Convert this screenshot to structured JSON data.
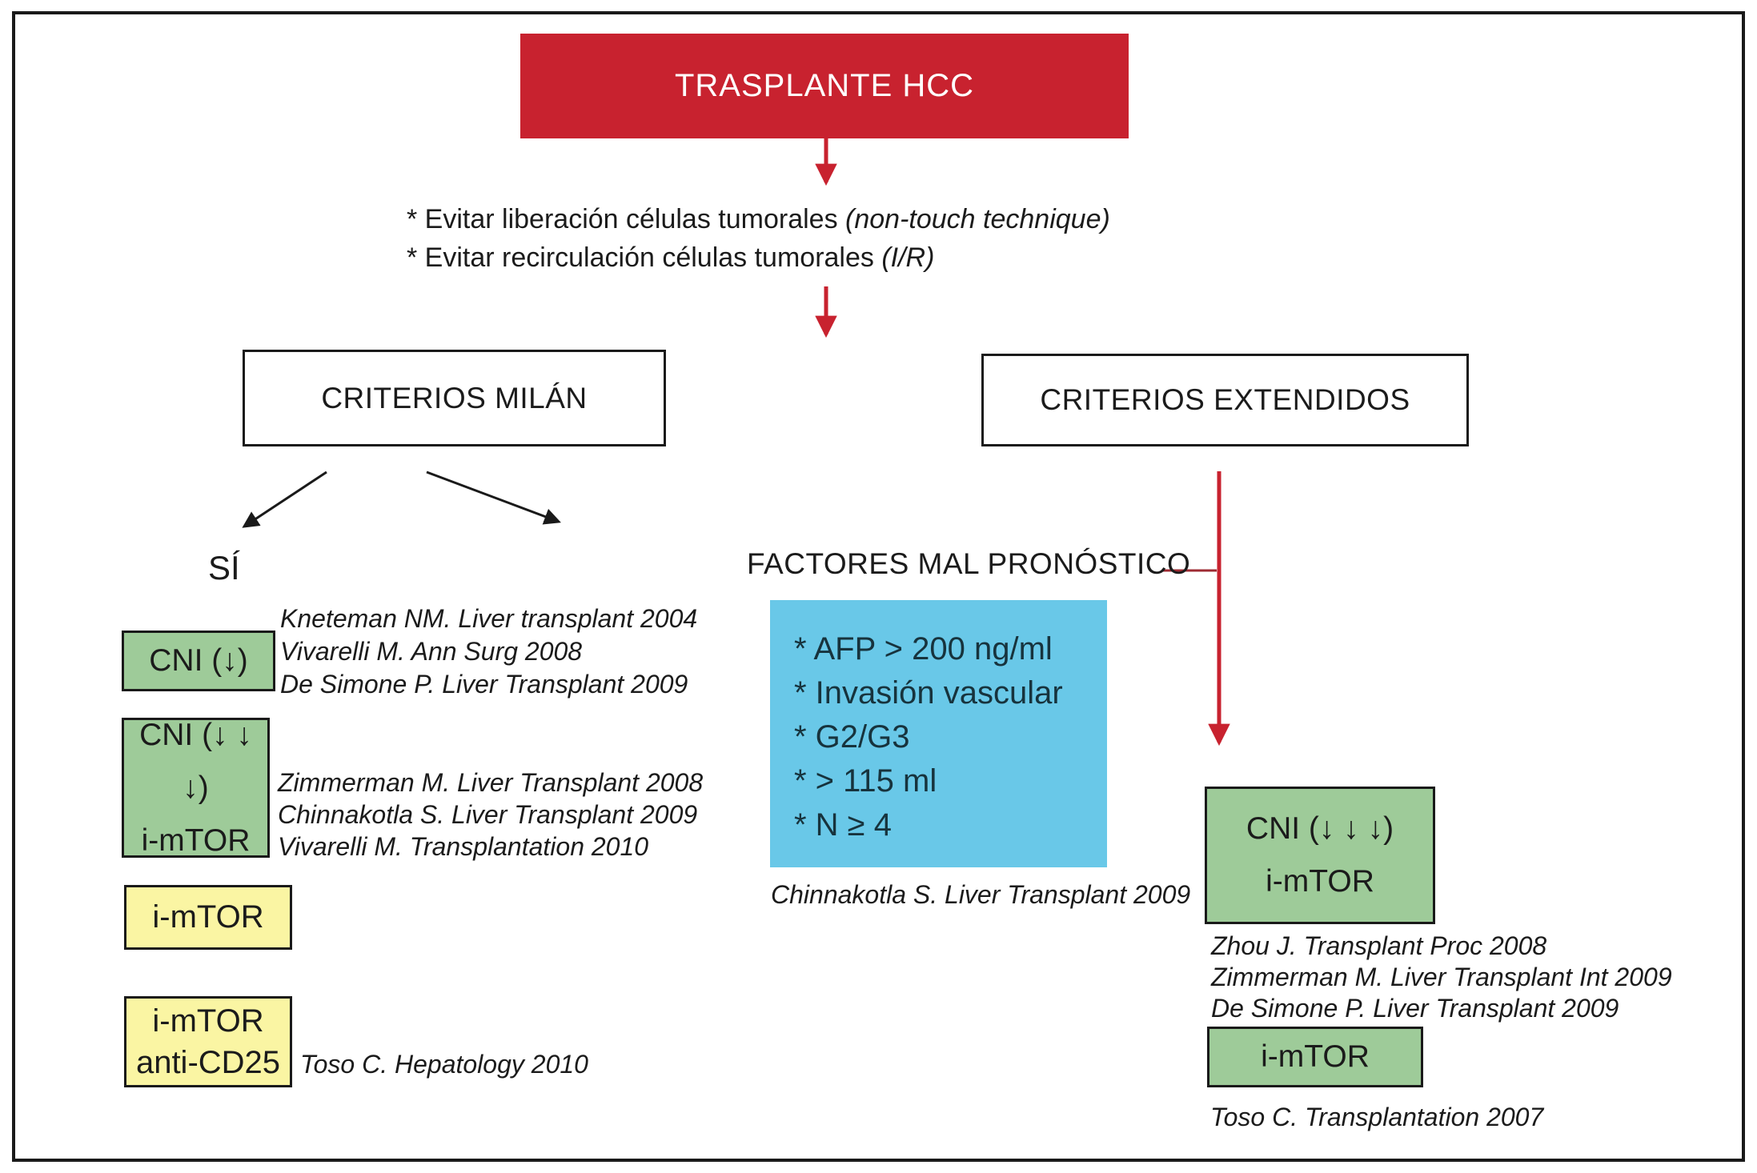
{
  "root_box": {
    "label": "TRASPLANTE HCC"
  },
  "notes": {
    "line1_main": "* Evitar liberación células tumorales ",
    "line1_italic": "(non-touch technique)",
    "line2_main": "* Evitar recirculación células tumorales ",
    "line2_italic": "(I/R)"
  },
  "milan_box": {
    "label": "CRITERIOS MILÁN"
  },
  "extended_box": {
    "label": "CRITERIOS EXTENDIDOS"
  },
  "milan_yes_label": "SÍ",
  "factores_label": "FACTORES MAL PRONÓSTICO",
  "left_column": {
    "box1": {
      "label": "CNI (↓)"
    },
    "box1_refs": [
      "Kneteman NM. Liver transplant 2004",
      "Vivarelli M. Ann Surg 2008",
      "De Simone P. Liver Transplant 2009"
    ],
    "box2": {
      "line1": "CNI (↓ ↓ ↓)",
      "line2": "i-mTOR"
    },
    "box2_refs": [
      "Zimmerman M. Liver Transplant 2008",
      "Chinnakotla S. Liver Transplant 2009",
      "Vivarelli M. Transplantation 2010"
    ],
    "box3": {
      "label": "i-mTOR"
    },
    "box4": {
      "line1": "i-mTOR",
      "line2": "anti-CD25"
    },
    "box4_ref": "Toso C. Hepatology 2010"
  },
  "center_column": {
    "risk_box_items": [
      "* AFP > 200 ng/ml",
      "* Invasión vascular",
      "* G2/G3",
      "* > 115 ml",
      "* N ≥ 4"
    ],
    "risk_box_ref": "Chinnakotla S. Liver Transplant 2009"
  },
  "right_column": {
    "box1": {
      "line1": "CNI (↓ ↓ ↓)",
      "line2": "i-mTOR"
    },
    "box1_refs": [
      "Zhou J. Transplant Proc 2008",
      "Zimmerman M. Liver Transplant Int 2009",
      "De Simone P. Liver Transplant 2009"
    ],
    "box2": {
      "label": "i-mTOR"
    },
    "box2_ref": "Toso C. Transplantation 2007"
  },
  "colors": {
    "red": "#C8222F",
    "dark_red_connector": "#9E2B33",
    "green": "#9ECB99",
    "yellow": "#FAF5A3",
    "blue": "#69C8E8",
    "border_black": "#1a1a1a"
  }
}
